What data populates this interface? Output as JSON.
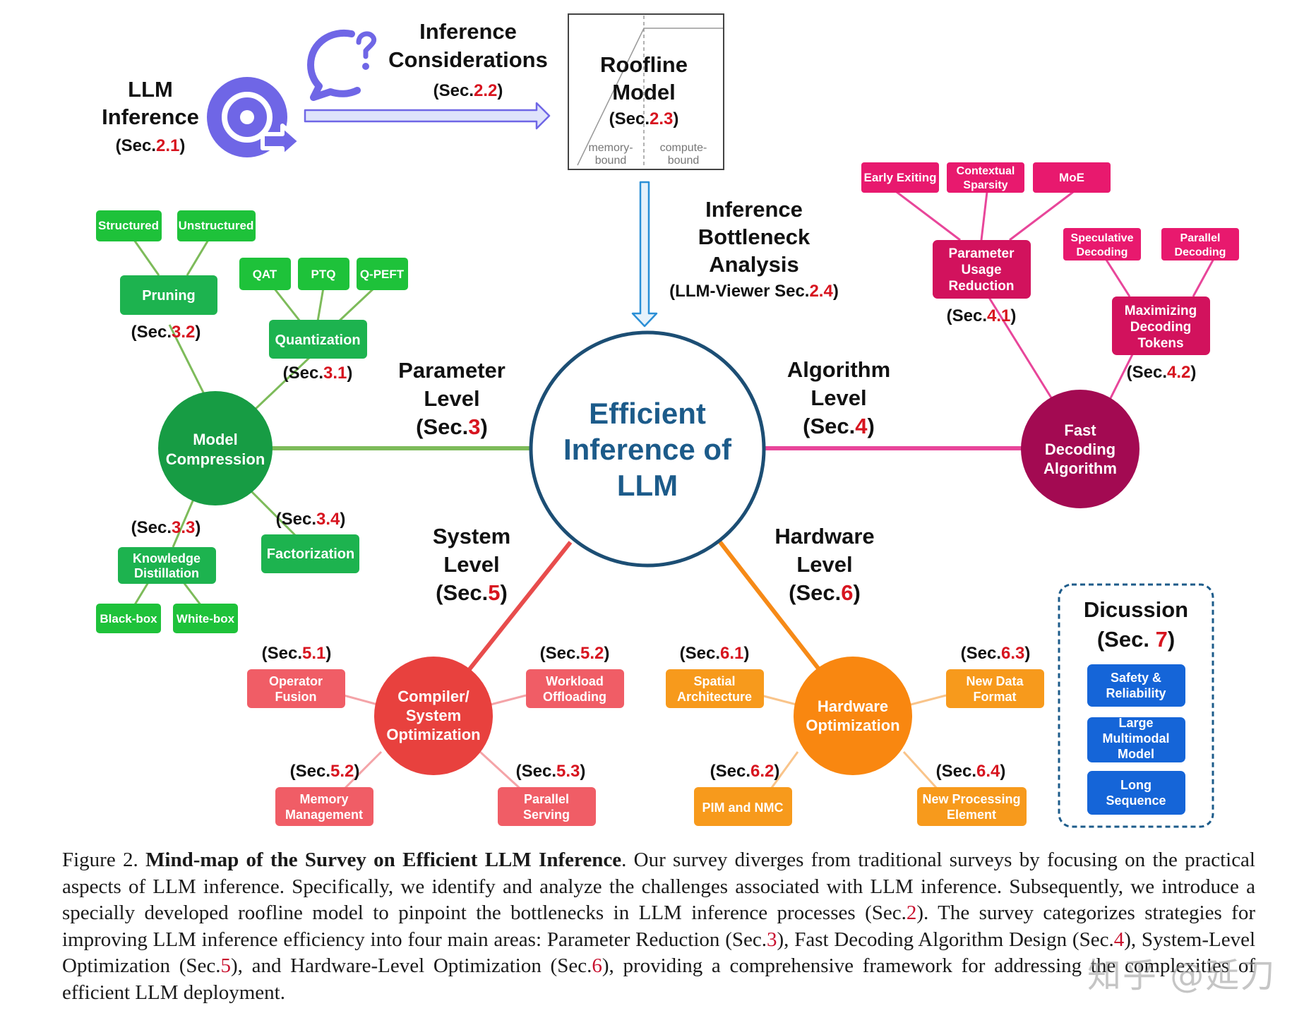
{
  "colors": {
    "green": "#1db34f",
    "green_dark": "#179c44",
    "green_line": "#7dbb5a",
    "pink": "#e8196e",
    "pink_dark": "#a30a52",
    "red": "#e84c4c",
    "red_box": "#f05d66",
    "orange": "#f68a17",
    "orange_box": "#f79a1c",
    "blue": "#1565d8",
    "navy": "#1c4e74",
    "sec_red": "#d7141f",
    "purple": "#6f66e6"
  },
  "header": {
    "llm_line1": "LLM",
    "llm_line2": "Inference",
    "llm_sec": "(Sec.",
    "llm_sec_num": "2.1",
    "llm_sec_end": ")",
    "inf_line1": "Inference",
    "inf_line2": "Considerations",
    "inf_sec": "(Sec.",
    "inf_sec_num": "2.2",
    "inf_sec_end": ")",
    "roof_line1": "Roofline",
    "roof_line2": "Model",
    "roof_sec": "(Sec.",
    "roof_sec_num": "2.3",
    "roof_sec_end": ")",
    "roof_mem1": "memory-",
    "roof_mem2": "bound",
    "roof_comp1": "compute-",
    "roof_comp2": "bound",
    "bottleneck_line1": "Inference",
    "bottleneck_line2": "Bottleneck",
    "bottleneck_line3": "Analysis",
    "bottleneck_sec": "(LLM-Viewer Sec.",
    "bottleneck_sec_num": "2.4",
    "bottleneck_sec_end": ")"
  },
  "center": {
    "line1": "Efficient",
    "line2": "Inference of",
    "line3": "LLM"
  },
  "levels": {
    "parameter": {
      "l1": "Parameter",
      "l2": "Level",
      "sec": "(Sec.",
      "num": "3",
      "end": ")"
    },
    "algorithm": {
      "l1": "Algorithm",
      "l2": "Level",
      "sec": "(Sec.",
      "num": "4",
      "end": ")"
    },
    "system": {
      "l1": "System",
      "l2": "Level",
      "sec": "(Sec.",
      "num": "5",
      "end": ")"
    },
    "hardware": {
      "l1": "Hardware",
      "l2": "Level",
      "sec": "(Sec.",
      "num": "6",
      "end": ")"
    }
  },
  "compression": {
    "hub_l1": "Model",
    "hub_l2": "Compression",
    "pruning": "Pruning",
    "structured": "Structured",
    "unstructured": "Unstructured",
    "pruning_sec": "(Sec.",
    "pruning_num": "3.2",
    "pruning_end": ")",
    "quantization": "Quantization",
    "qat": "QAT",
    "ptq": "PTQ",
    "qpeft": "Q-PEFT",
    "quant_sec": "(Sec.",
    "quant_num": "3.1",
    "quant_end": ")",
    "kd_l1": "Knowledge",
    "kd_l2": "Distillation",
    "blackbox": "Black-box",
    "whitebox": "White-box",
    "kd_sec": "(Sec.",
    "kd_num": "3.3",
    "kd_end": ")",
    "factorization": "Factorization",
    "fact_sec": "(Sec.",
    "fact_num": "3.4",
    "fact_end": ")"
  },
  "fast_decoding": {
    "hub_l1": "Fast",
    "hub_l2": "Decoding",
    "hub_l3": "Algorithm",
    "early_exiting": "Early Exiting",
    "ctx_l1": "Contextual",
    "ctx_l2": "Sparsity",
    "moe": "MoE",
    "pur_l1": "Parameter",
    "pur_l2": "Usage",
    "pur_l3": "Reduction",
    "pur_sec": "(Sec.",
    "pur_num": "4.1",
    "pur_end": ")",
    "spec_l1": "Speculative",
    "spec_l2": "Decoding",
    "par_l1": "Parallel",
    "par_l2": "Decoding",
    "mdt_l1": "Maximizing",
    "mdt_l2": "Decoding",
    "mdt_l3": "Tokens",
    "mdt_sec": "(Sec.",
    "mdt_num": "4.2",
    "mdt_end": ")"
  },
  "compiler": {
    "hub_l1": "Compiler/",
    "hub_l2": "System",
    "hub_l3": "Optimization",
    "opfusion_l1": "Operator",
    "opfusion_l2": "Fusion",
    "opfusion_sec": "(Sec.",
    "opfusion_num": "5.1",
    "opfusion_end": ")",
    "offload_l1": "Workload",
    "offload_l2": "Offloading",
    "offload_sec": "(Sec.",
    "offload_num": "5.2",
    "offload_end": ")",
    "mem_l1": "Memory",
    "mem_l2": "Management",
    "mem_sec": "(Sec.",
    "mem_num": "5.2",
    "mem_end": ")",
    "serve_l1": "Parallel",
    "serve_l2": "Serving",
    "serve_sec": "(Sec.",
    "serve_num": "5.3",
    "serve_end": ")"
  },
  "hardware_opt": {
    "hub_l1": "Hardware",
    "hub_l2": "Optimization",
    "spatial_l1": "Spatial",
    "spatial_l2": "Architecture",
    "spatial_sec": "(Sec.",
    "spatial_num": "6.1",
    "spatial_end": ")",
    "ndf_l1": "New Data",
    "ndf_l2": "Format",
    "ndf_sec": "(Sec.",
    "ndf_num": "6.3",
    "ndf_end": ")",
    "pim": "PIM and NMC",
    "pim_sec": "(Sec.",
    "pim_num": "6.2",
    "pim_end": ")",
    "npe_l1": "New Processing",
    "npe_l2": "Element",
    "npe_sec": "(Sec.",
    "npe_num": "6.4",
    "npe_end": ")"
  },
  "discussion": {
    "title": "Dicussion",
    "sec": "(Sec. ",
    "num": "7",
    "end": ")",
    "safety_l1": "Safety &",
    "safety_l2": "Reliability",
    "lmm_l1": "Large",
    "lmm_l2": "Multimodal",
    "lmm_l3": "Model",
    "long_l1": "Long",
    "long_l2": "Sequence"
  },
  "caption": {
    "label": "Figure 2.",
    "title": "Mind-map of the Survey on Efficient LLM Inference",
    "t1": ". Our survey diverges from traditional surveys by focusing on the practical aspects of LLM inference. Specifically, we identify and analyze the challenges associated with LLM inference. Subsequently, we introduce a specially developed roofline model to pinpoint the bottlenecks in LLM inference processes (Sec.",
    "r1": "2",
    "t2": "). The survey categorizes strategies for improving LLM inference efficiency into four main areas: Parameter Reduction (Sec.",
    "r2": "3",
    "t3": "), Fast Decoding Algorithm Design (Sec.",
    "r3": "4",
    "t4": "), System-Level Optimization (Sec.",
    "r4": "5",
    "t5": "), and Hardware-Level Optimization (Sec.",
    "r5": "6",
    "t6": "), providing a comprehensive framework for addressing the complexities of efficient LLM deployment."
  },
  "watermark": "知乎 @延刀"
}
